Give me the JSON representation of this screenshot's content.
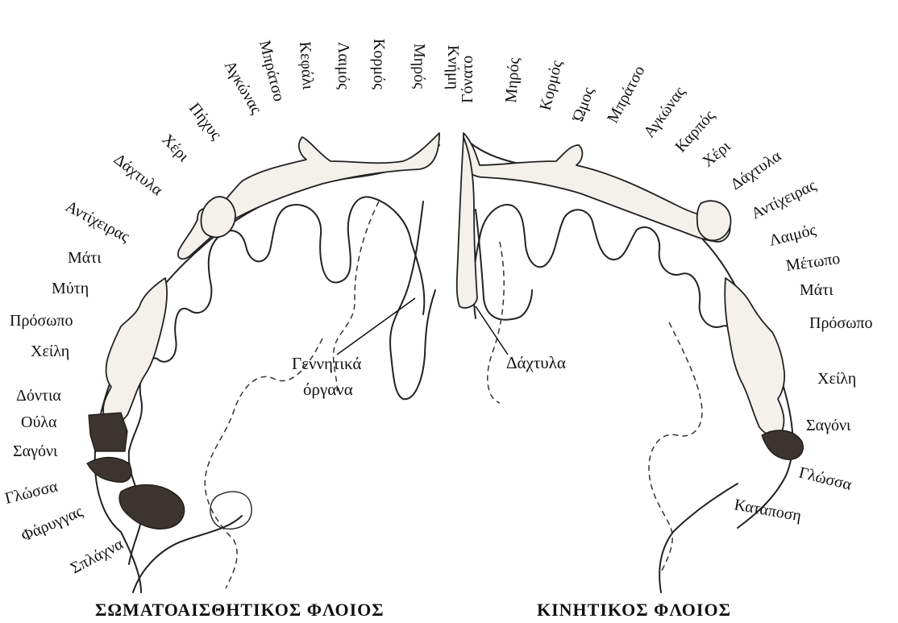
{
  "somatosensory": {
    "title": "ΣΩΜΑΤΟΑΙΣΘΗΤΙΚΟΣ ΦΛΟΙΟΣ",
    "labels": [
      "Σπλάχνα",
      "Φάρυγγας",
      "Γλώσσα",
      "Σαγόνι",
      "Ούλα",
      "Δόντια",
      "Χείλη",
      "Πρόσωπο",
      "Μύτη",
      "Μάτι",
      "Αντίχειρας",
      "Δάχτυλα",
      "Χέρι",
      "Πήχυς",
      "Αγκώνας",
      "Μπράτσο",
      "Κεφάλι",
      "Λαιμός",
      "Κορμός",
      "Μηρός",
      "Κνήμη"
    ],
    "genital_label": [
      "Γεννητικά",
      "όργανα"
    ]
  },
  "motor": {
    "title": "ΚΙΝΗΤΙΚΟΣ ΦΛΟΙΟΣ",
    "labels": [
      "Γόνατο",
      "Μηρός",
      "Κορμός",
      "Ώμος",
      "Μπράτσο",
      "Αγκώνας",
      "Καρπός",
      "Χέρι",
      "Δάχτυλα",
      "Αντίχειρας",
      "Λαιμός",
      "Μέτωπο",
      "Μάτι",
      "Πρόσωπο",
      "Χείλη",
      "Σαγόνι",
      "Γλώσσα",
      "Κατάποση"
    ],
    "toes_label": "Δάχτυλα"
  }
}
